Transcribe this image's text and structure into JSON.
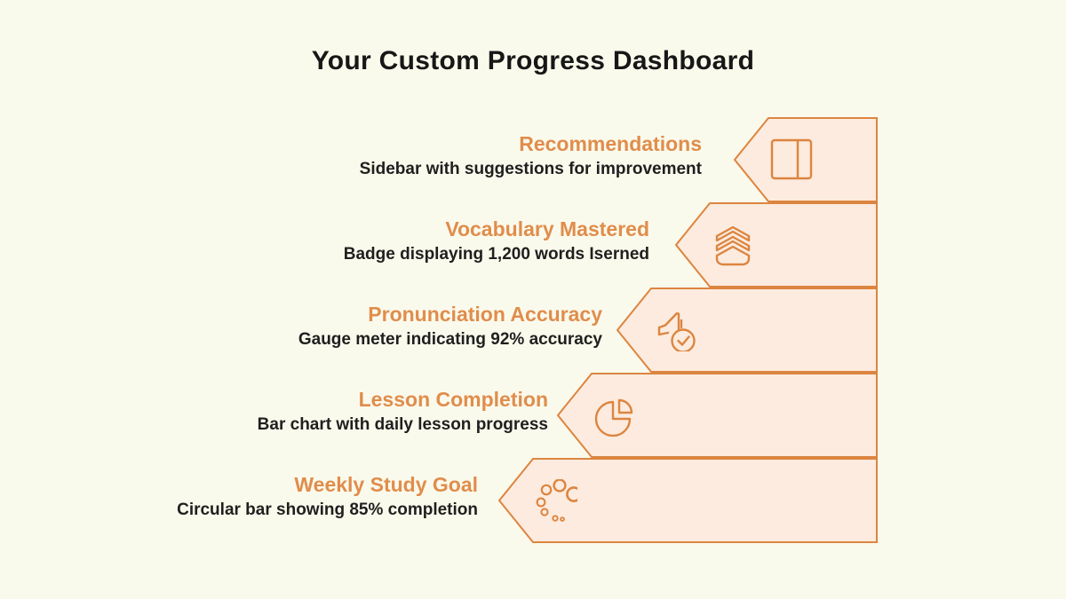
{
  "page_title": "Your Custom Progress Dashboard",
  "items": [
    {
      "title": "Recommendations",
      "description": "Sidebar with suggestions for improvement",
      "icon": "sidebar-panel-icon"
    },
    {
      "title": "Vocabulary Mastered",
      "description": "Badge displaying 1,200 words Iserned",
      "icon": "rank-chevrons-icon"
    },
    {
      "title": "Pronunciation Accuracy",
      "description": "Gauge meter indicating 92% accuracy",
      "icon": "speaker-check-icon"
    },
    {
      "title": "Lesson Completion",
      "description": "Bar chart with daily lesson progress",
      "icon": "pie-chart-icon"
    },
    {
      "title": "Weekly Study Goal",
      "description": "Circular bar showing 85% completion",
      "icon": "spinner-dots-icon"
    }
  ],
  "colors": {
    "background": "#FAFAEC",
    "banner_fill": "#FCEBDE",
    "banner_stroke": "#DC8540",
    "title_orange": "#E08D4C",
    "text_dark": "#1F1F1F"
  }
}
